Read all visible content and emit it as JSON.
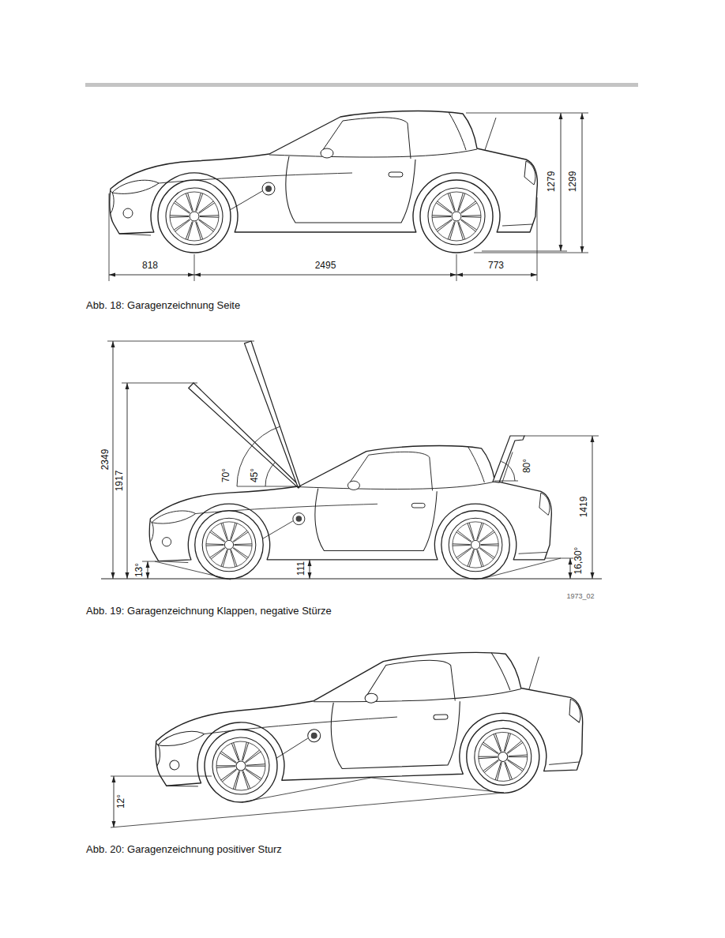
{
  "diagram": {
    "labels": [
      "818",
      "2495",
      "773",
      "1279",
      "1299",
      "Abb. 18: Garagenzeichnung Seite",
      "2349",
      "1917",
      "70°",
      "45°",
      "80°",
      "1419",
      "13°",
      "111",
      "16,30°",
      "1973_02",
      "Abb. 19: Garagenzeichnung Klappen, negative Stürze",
      "12°",
      "Abb. 20: Garagenzeichnung positiver Sturz"
    ]
  }
}
